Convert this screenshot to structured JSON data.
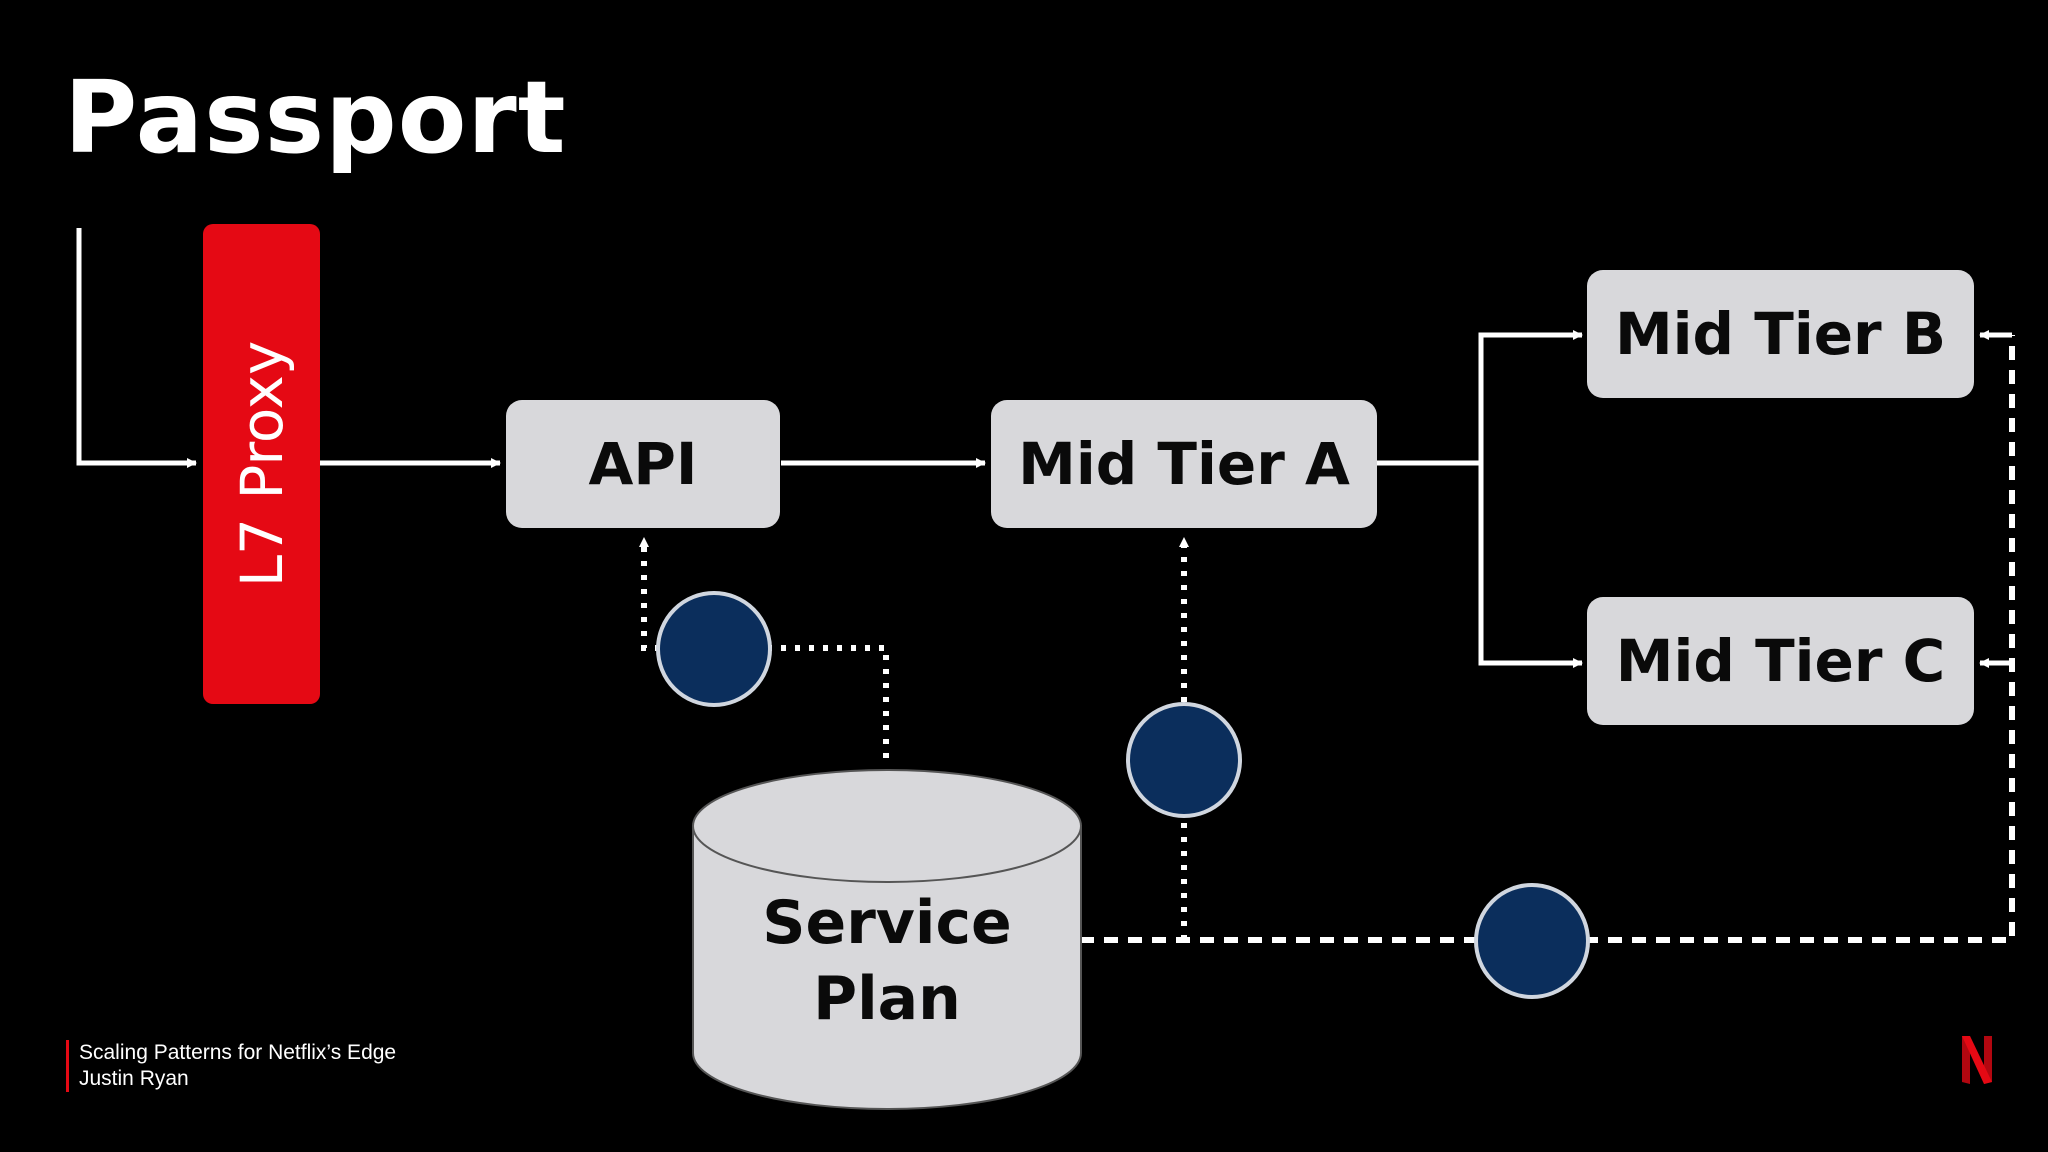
{
  "slide": {
    "title": "Passport"
  },
  "nodes": {
    "proxy": "L7 Proxy",
    "api": "API",
    "mid_tier_a": "Mid Tier A",
    "mid_tier_b": "Mid Tier B",
    "mid_tier_c": "Mid Tier C",
    "service_plan_line1": "Service",
    "service_plan_line2": "Plan"
  },
  "footer": {
    "talk_title": "Scaling Patterns for Netflix’s Edge",
    "speaker": "Justin Ryan"
  },
  "colors": {
    "background": "#000000",
    "proxy": "#e50914",
    "node_fill": "#d8d8db",
    "token_fill": "#0b2e5c",
    "line": "#ffffff",
    "brand": "#e50914"
  },
  "icons": {
    "logo": "netflix-logo",
    "token": "passport-token-circle"
  }
}
